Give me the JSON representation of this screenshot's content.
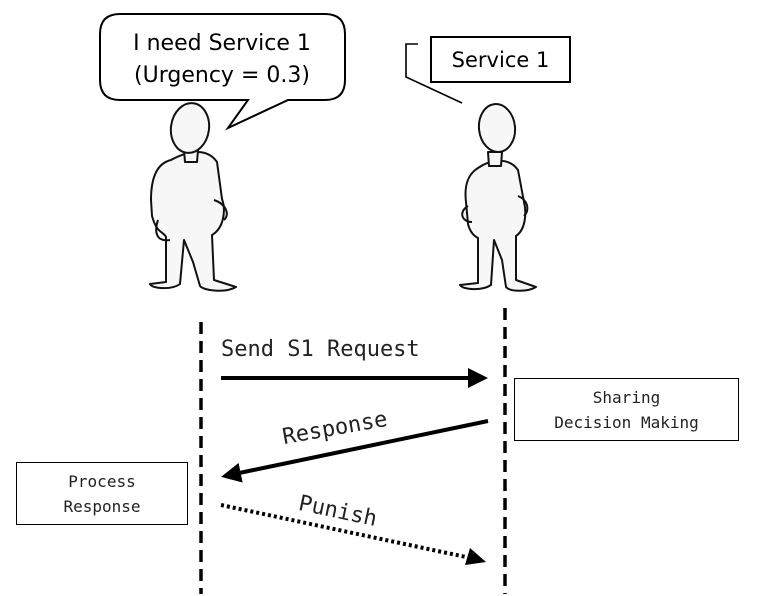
{
  "speech_bubble": {
    "line1": "I need Service 1",
    "line2": "(Urgency = 0.3)"
  },
  "service_label": "Service 1",
  "sharing_box": {
    "line1": "Sharing",
    "line2": "Decision Making"
  },
  "process_box": {
    "line1": "Process",
    "line2": "Response"
  },
  "messages": {
    "request": "Send S1 Request",
    "response": "Response",
    "punish": "Punish"
  }
}
